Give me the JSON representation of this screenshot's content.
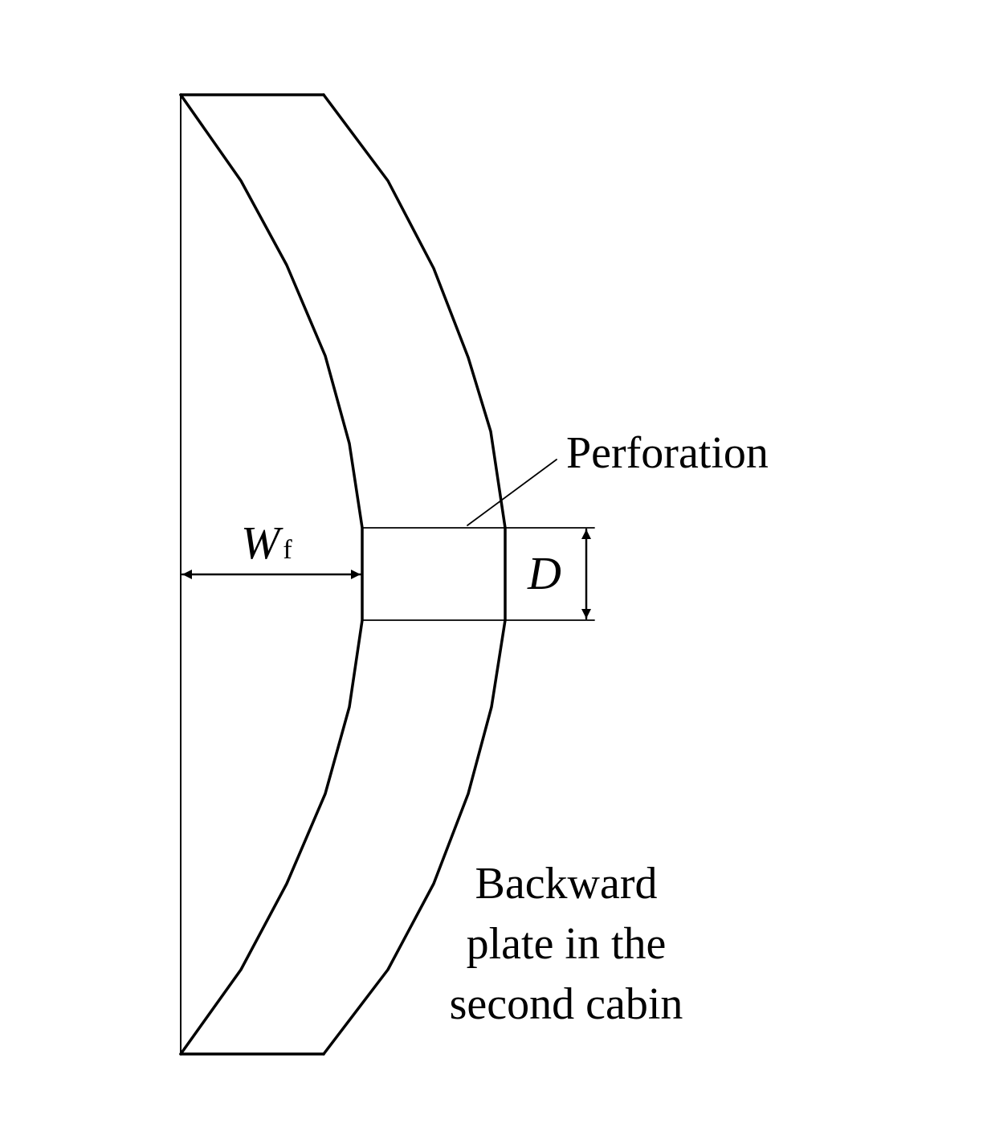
{
  "labels": {
    "perforation": "Perforation",
    "width_symbol": "W",
    "width_subscript": "f",
    "diameter_symbol": "D",
    "plate_line1": "Backward",
    "plate_line2": "plate in the",
    "plate_line3": "second cabin"
  },
  "colors": {
    "line": "#000000",
    "background": "#ffffff"
  }
}
